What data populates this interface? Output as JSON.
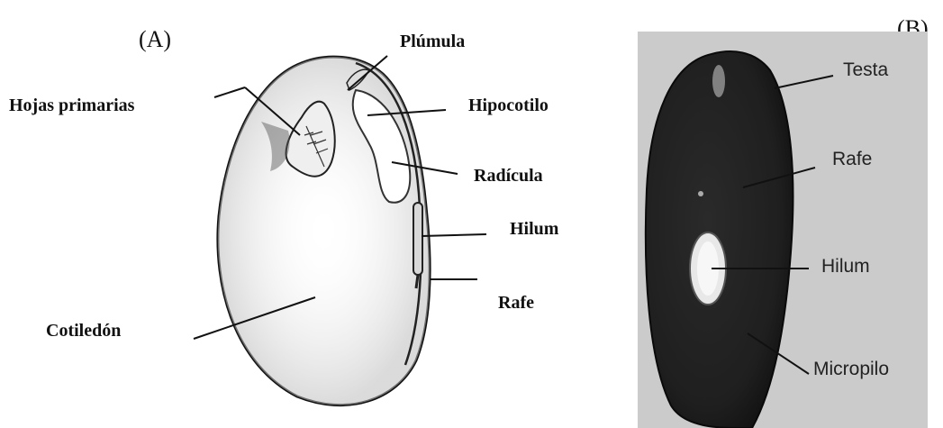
{
  "panel_a": {
    "title": "(A)",
    "labels": {
      "plumula": "Plúmula",
      "hojas_primarias": "Hojas primarias",
      "hipocotilo": "Hipocotilo",
      "radicula": "Radícula",
      "hilum": "Hilum",
      "rafe": "Rafe",
      "cotiledon": "Cotiledón"
    }
  },
  "panel_b": {
    "title": "(B)",
    "labels": {
      "testa": "Testa",
      "rafe": "Rafe",
      "hilum": "Hilum",
      "micropilo": "Micropilo"
    }
  },
  "colors": {
    "line": "#111111",
    "photo_background": "#cbcbcb",
    "seed_coat": "#1c1c1c",
    "hilum_spot": "#e8e8e8"
  }
}
